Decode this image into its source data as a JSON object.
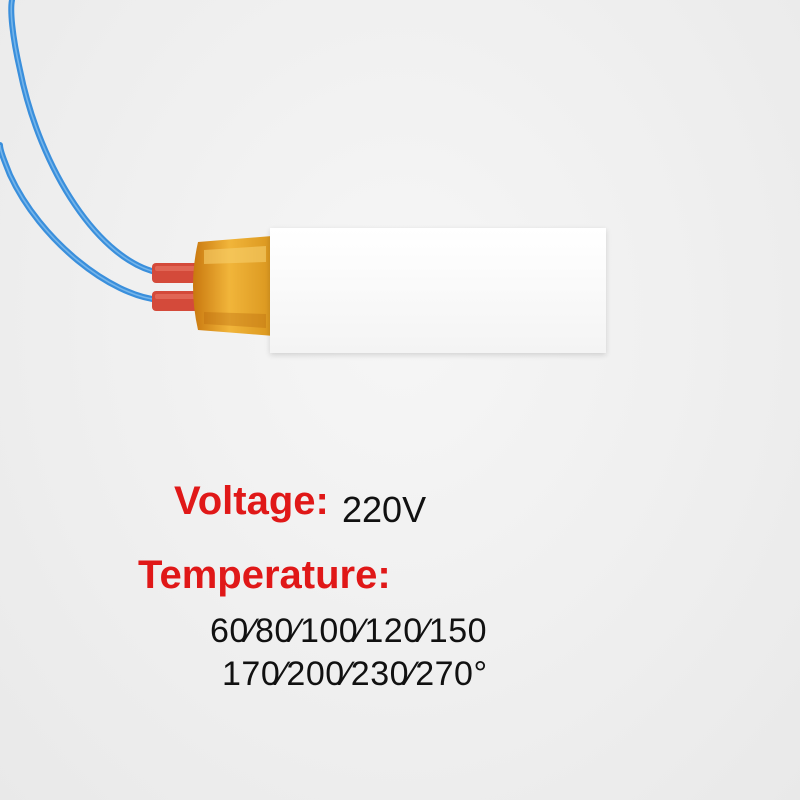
{
  "product": {
    "icon": "ptc-heater-element-icon",
    "colors": {
      "wire": "#3a8fdc",
      "sleeve": "#d44a3a",
      "connector": "#e0a020",
      "plate": "#fbfbfb"
    }
  },
  "specs": {
    "voltage_label": "Voltage:",
    "voltage_value": "220V",
    "temperature_label": "Temperature:",
    "temperature_line_1": "60∕80∕100∕120∕150",
    "temperature_line_2": "170∕200∕230∕270°",
    "label_color": "#e01818"
  }
}
